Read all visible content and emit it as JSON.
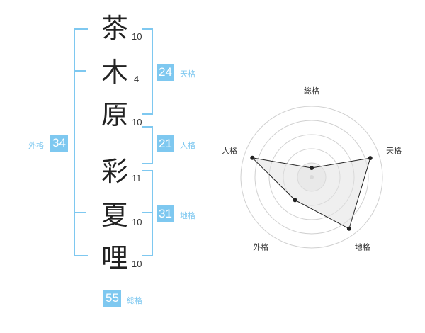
{
  "name": {
    "surname": [
      {
        "char": "茶",
        "strokes": "10"
      },
      {
        "char": "木",
        "strokes": "4"
      },
      {
        "char": "原",
        "strokes": "10"
      }
    ],
    "given": [
      {
        "char": "彩",
        "strokes": "11"
      },
      {
        "char": "夏",
        "strokes": "10"
      },
      {
        "char": "哩",
        "strokes": "10"
      }
    ]
  },
  "kaku": {
    "tenkaku": {
      "value": "24",
      "label": "天格"
    },
    "jinkaku": {
      "value": "21",
      "label": "人格"
    },
    "chikaku": {
      "value": "31",
      "label": "地格"
    },
    "gaikaku": {
      "value": "34",
      "label": "外格"
    },
    "soukaku": {
      "value": "55",
      "label": "総格"
    }
  },
  "radar": {
    "axes": [
      "総格",
      "天格",
      "地格",
      "外格",
      "人格"
    ],
    "values": [
      0.13,
      0.87,
      0.9,
      0.4,
      0.88
    ],
    "colors": {
      "fill": "#eeeeee",
      "line": "#222222",
      "ring": "#d0d0d0",
      "accent": "#7ec8f0"
    }
  }
}
